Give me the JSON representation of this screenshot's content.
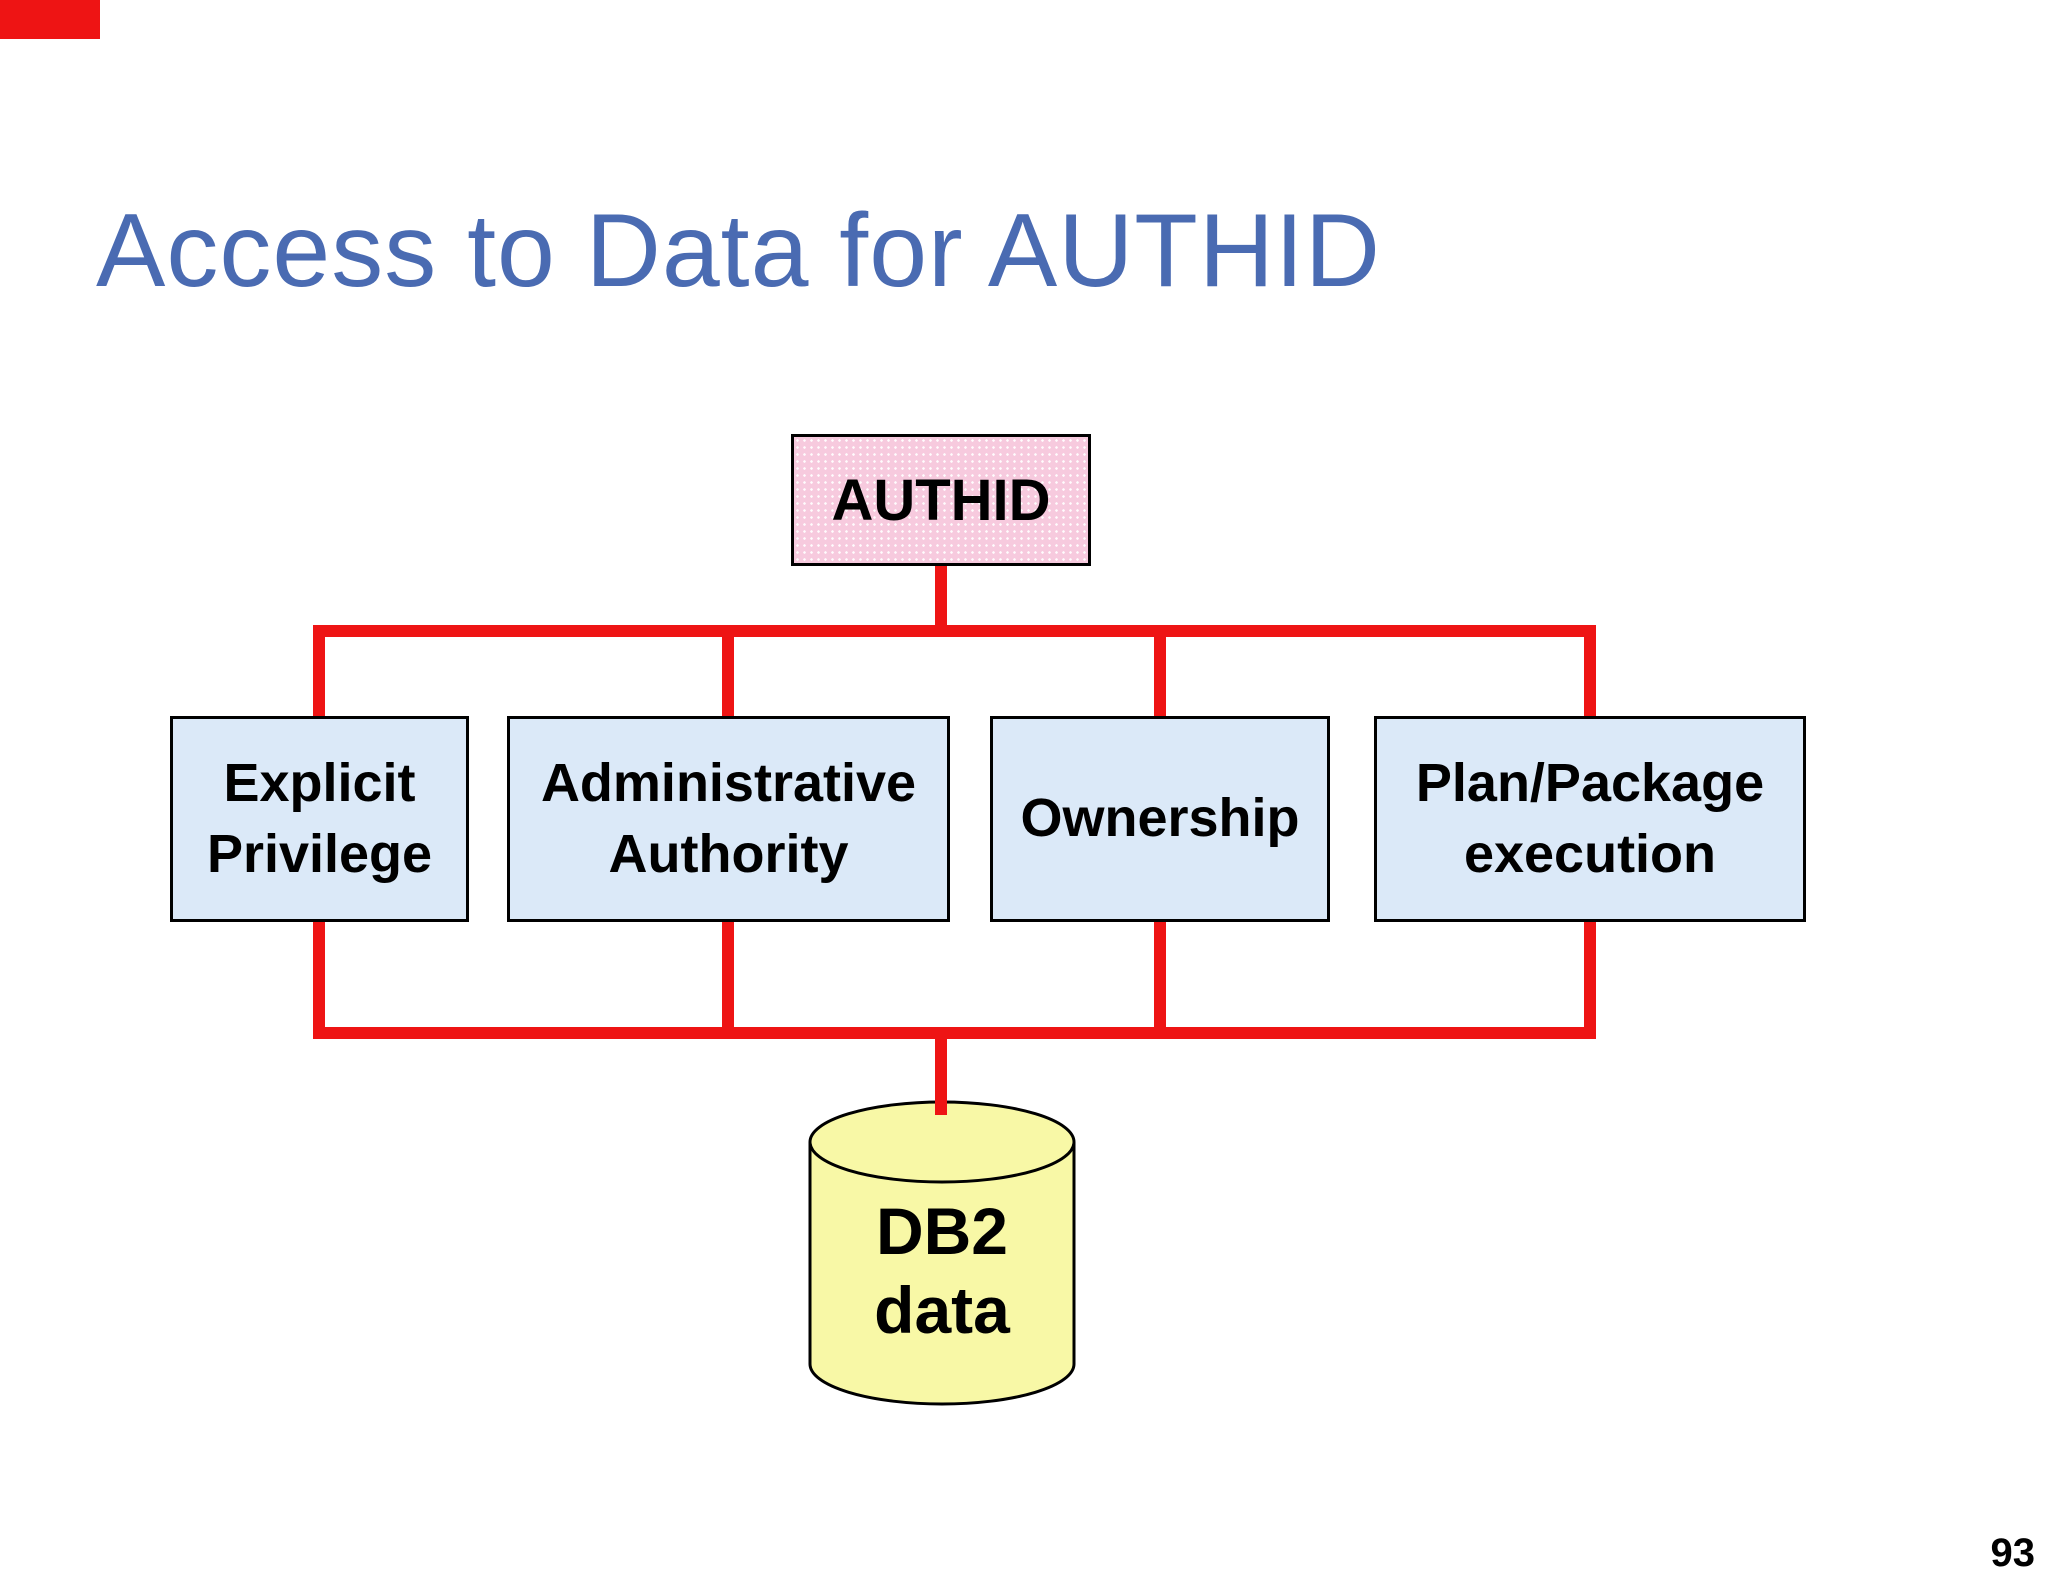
{
  "slide": {
    "title": "Access to Data for AUTHID",
    "page_number": "93"
  },
  "diagram": {
    "root": {
      "label": "AUTHID"
    },
    "branches": [
      {
        "label": "Explicit Privilege"
      },
      {
        "label": "Administrative Authority"
      },
      {
        "label": "Ownership"
      },
      {
        "label": "Plan/Package execution"
      }
    ],
    "database": {
      "line1": "DB2",
      "line2": "data"
    },
    "colors": {
      "connector_red": "#ee1414",
      "accent_bar_red": "#ee1414",
      "root_box_fill": "#f7cade",
      "branch_box_fill": "#dbe9f8",
      "database_fill": "#f8f8a6",
      "box_border": "#000000",
      "title_blue": "#4a6bb2",
      "text_black": "#000000",
      "background": "#ffffff"
    }
  }
}
